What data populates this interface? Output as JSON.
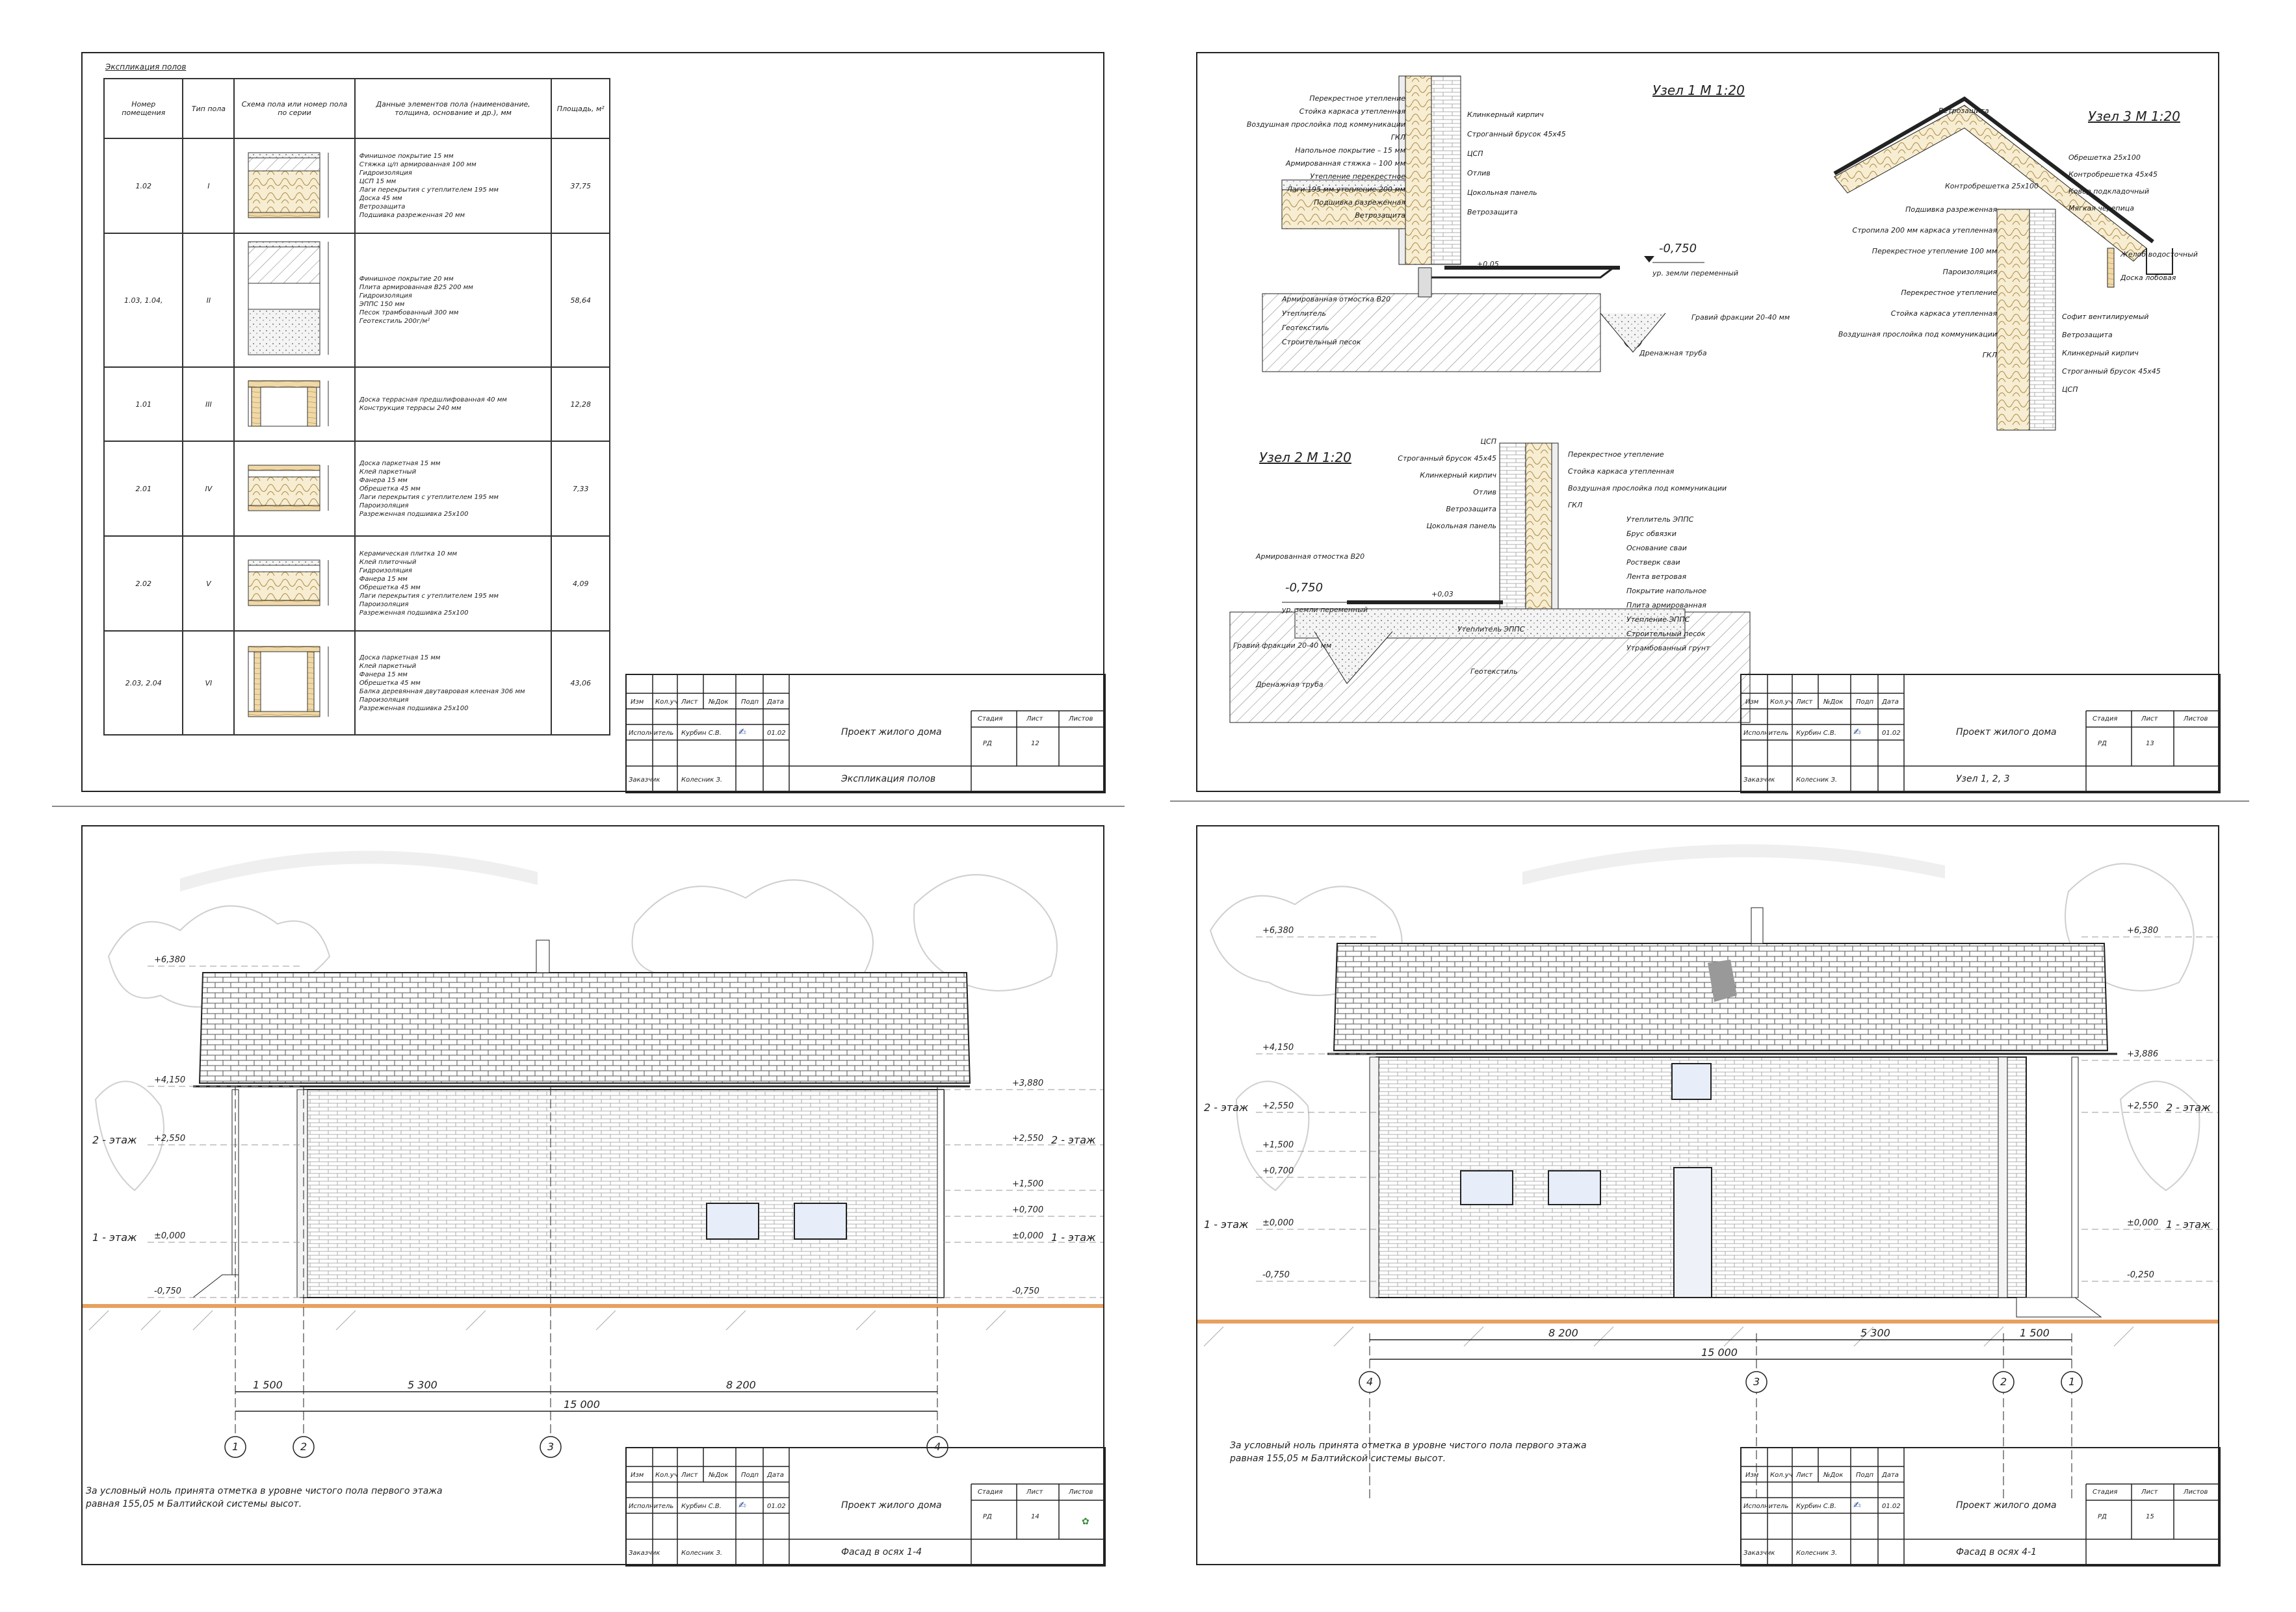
{
  "sheet12": {
    "caption": "Экспликация полов",
    "headers": [
      "Номер помещения",
      "Тип пола",
      "Схема пола или номер пола по серии",
      "Данные элементов пола (наименование, толщина, основание и др.), мм",
      "Площадь, м²"
    ],
    "rows": [
      {
        "room": "1.02",
        "type": "I",
        "desc": [
          "Финишное покрытие 15 мм",
          "Стяжка ц/п армированная 100 мм",
          "Гидроизоляция",
          "ЦСП 15 мм",
          "Лаги перекрытия с утеплителем 195 мм",
          "Доска 45 мм",
          "Ветрозащита",
          "Подшивка разреженная 20 мм"
        ],
        "area": "37,75"
      },
      {
        "room": "1.03, 1.04,",
        "type": "II",
        "desc": [
          "Финишное покрытие 20 мм",
          "Плита армированная В25 200 мм",
          "Гидроизоляция",
          "ЭППС 150 мм",
          "Песок трамбованный 300 мм",
          "Геотекстиль 200г/м²"
        ],
        "area": "58,64"
      },
      {
        "room": "1.01",
        "type": "III",
        "desc": [
          "Доска террасная предшлифованная 40 мм",
          "Конструкция террасы 240 мм"
        ],
        "area": "12,28"
      },
      {
        "room": "2.01",
        "type": "IV",
        "desc": [
          "Доска паркетная 15 мм",
          "Клей паркетный",
          "Фанера 15 мм",
          "Обрешетка 45 мм",
          "Лаги перекрытия с утеплителем 195 мм",
          "Пароизоляция",
          "Разреженная подшивка 25х100"
        ],
        "area": "7,33"
      },
      {
        "room": "2.02",
        "type": "V",
        "desc": [
          "Керамическая плитка 10 мм",
          "Клей плиточный",
          "Гидроизоляция",
          "Фанера 15 мм",
          "Обрешетка 45 мм",
          "Лаги перекрытия с утеплителем 195 мм",
          "Пароизоляция",
          "Разреженная подшивка 25х100"
        ],
        "area": "4,09"
      },
      {
        "room": "2.03, 2.04",
        "type": "VI",
        "desc": [
          "Доска паркетная 15 мм",
          "Клей паркетный",
          "Фанера 15 мм",
          "Обрешетка 45 мм",
          "Балка деревянная двутавровая клееная 306 мм",
          "Пароизоляция",
          "Разреженная подшивка 25х100"
        ],
        "area": "43,06"
      }
    ],
    "stamp": {
      "sheet": "12",
      "title": "Экспликация полов"
    }
  },
  "stamp_common": {
    "h_izm": "Изм",
    "h_kol": "Кол.уч",
    "h_list": "Лист",
    "h_ndok": "№Док",
    "h_podp": "Подп",
    "h_data": "Дата",
    "role1": "Исполнитель",
    "name1": "Курбин С.В.",
    "date1": "01.02",
    "role2": "Заказчик",
    "name2": "Колесник З.",
    "project": "Проект жилого дома",
    "h_stadia": "Стадия",
    "h_list2": "Лист",
    "h_listov": "Листов",
    "stadia": "РД"
  },
  "sheet13": {
    "node1_title": "Узел 1  М 1:20",
    "node2_title": "Узел 2  М 1:20",
    "node3_title": "Узел 3  М 1:20",
    "node1_labels_left": [
      "Перекрестное утепление",
      "Стойка каркаса утепленная",
      "Воздушная прослойка под коммуникации",
      "ГКЛ",
      "Напольное покрытие – 15 мм",
      "Армированная стяжка – 100 мм",
      "Утепление перекрестное",
      "Лаги 195 мм утепление 200 мм",
      "Подшивка разреженная",
      "Ветрозащита",
      "Армированная отмостка В20",
      "Утеплитель",
      "Геотекстиль",
      "Строительный песок"
    ],
    "node1_labels_right": [
      "Клинкерный кирпич",
      "Строганный брусок 45х45",
      "ЦСП",
      "Отлив",
      "Цокольная панель",
      "Ветрозащита",
      "Гравий фракции 20-40 мм",
      "Дренажная труба"
    ],
    "level_m0750": "-0,750",
    "level_note": "ур. земли переменный",
    "level_005": "+0,05",
    "node2_labels_left": [
      "ЦСП",
      "Строганный брусок 45х45",
      "Клинкерный кирпич",
      "Отлив",
      "Ветрозащита",
      "Цокольная панель",
      "Армированная отмостка В20",
      "Гравий фракции 20-40 мм",
      "Дренажная труба"
    ],
    "node2_labels_right": [
      "Перекрестное утепление",
      "Стойка каркаса утепленная",
      "Воздушная прослойка под коммуникации",
      "ГКЛ",
      "Утеплитель ЭППС",
      "Брус обвязки",
      "Основание сваи",
      "Ростверк сваи",
      "Лента ветровая",
      "Покрытие напольное",
      "Плита армированная",
      "Утепление ЭППС",
      "Строительный песок",
      "Утрамбованный грунт"
    ],
    "node2_under": [
      "Утеплитель ЭППС",
      "Геотекстиль"
    ],
    "level_003": "+0,03",
    "node3_labels_left": [
      "Ветрозащита",
      "Контробрешетка 25х100",
      "Подшивка разреженная",
      "Стропила 200 мм каркаса утепленная",
      "Перекрестное утепление 100 мм",
      "Пароизоляция",
      "Перекрестное утепление",
      "Стойка каркаса утепленная",
      "Воздушная прослойка под коммуникации",
      "ГКЛ"
    ],
    "node3_labels_right": [
      "Обрешетка 25х100",
      "Контробрешетка 45х45",
      "Ковер подкладочный",
      "Мягкая черепица",
      "Желоб водосточный",
      "Доска лобовая",
      "Софит вентилируемый",
      "Ветрозащита",
      "Клинкерный кирпич",
      "Строганный брусок 45х45",
      "ЦСП"
    ],
    "stamp": {
      "sheet": "13",
      "title": "Узел 1, 2, 3"
    }
  },
  "sheet14": {
    "levels_left": [
      "+6,380",
      "+4,150",
      "+2,550",
      "±0,000",
      "-0,750"
    ],
    "levels_right": [
      "+3,880",
      "+2,550",
      "+1,500",
      "+0,700",
      "±0,000",
      "-0,750"
    ],
    "floor2": "2 - этаж",
    "floor1": "1 - этаж",
    "dims": [
      "1 500",
      "5 300",
      "8 200"
    ],
    "dim_total": "15 000",
    "axes": [
      "1",
      "2",
      "3",
      "4"
    ],
    "note": [
      "За условный ноль принята отметка в уровне чистого пола первого этажа",
      "равная 155,05 м Балтийской системы высот."
    ],
    "stamp": {
      "sheet": "14",
      "title": "Фасад в осях 1-4"
    }
  },
  "sheet15": {
    "levels_left": [
      "+6,380",
      "+4,150",
      "+2,550",
      "+1,500",
      "+0,700",
      "±0,000",
      "-0,750"
    ],
    "levels_right": [
      "+6,380",
      "+3,886",
      "+2,550",
      "±0,000",
      "-0,250"
    ],
    "floor2": "2 - этаж",
    "floor1": "1 - этаж",
    "dims": [
      "8 200",
      "5 300",
      "1 500"
    ],
    "dim_total": "15 000",
    "axes": [
      "4",
      "3",
      "2",
      "1"
    ],
    "note": [
      "За условный ноль принята отметка в уровне чистого пола первого этажа",
      "равная 155,05 м Балтийской системы высот."
    ],
    "stamp": {
      "sheet": "15",
      "title": "Фасад в осях 4-1"
    }
  },
  "colors": {
    "ground": "#e8a060",
    "line": "#222222",
    "tree": "#c8c8c8",
    "hatch": "#9a9a9a"
  }
}
